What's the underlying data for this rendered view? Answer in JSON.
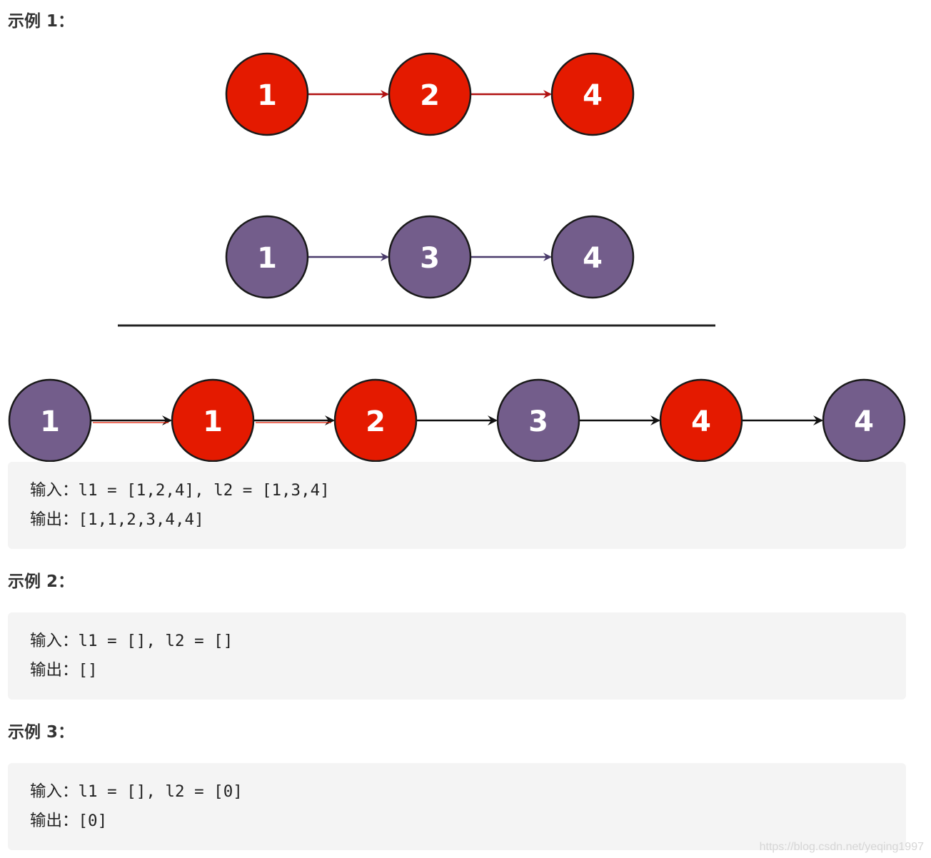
{
  "examples": [
    {
      "title": "示例 1：",
      "input_label": "输入：",
      "input_value": "l1 = [1,2,4], l2 = [1,3,4]",
      "output_label": "输出：",
      "output_value": "[1,1,2,3,4,4]"
    },
    {
      "title": "示例 2：",
      "input_label": "输入：",
      "input_value": "l1 = [], l2 = []",
      "output_label": "输出：",
      "output_value": "[]"
    },
    {
      "title": "示例 3：",
      "input_label": "输入：",
      "input_value": "l1 = [], l2 = [0]",
      "output_label": "输出：",
      "output_value": "[0]"
    }
  ],
  "diagram": {
    "colors": {
      "red": "#e41a00",
      "purple": "#735d8b",
      "red_arrow": "#b01010",
      "purple_arrow": "#4a3b6b",
      "black_arrow": "#111111"
    },
    "list1": [
      "1",
      "2",
      "4"
    ],
    "list2": [
      "1",
      "3",
      "4"
    ],
    "merged": [
      {
        "label": "1",
        "color": "purple"
      },
      {
        "label": "1",
        "color": "red"
      },
      {
        "label": "2",
        "color": "red"
      },
      {
        "label": "3",
        "color": "purple"
      },
      {
        "label": "4",
        "color": "red"
      },
      {
        "label": "4",
        "color": "purple"
      }
    ]
  },
  "watermark": "https://blog.csdn.net/yeqing1997"
}
